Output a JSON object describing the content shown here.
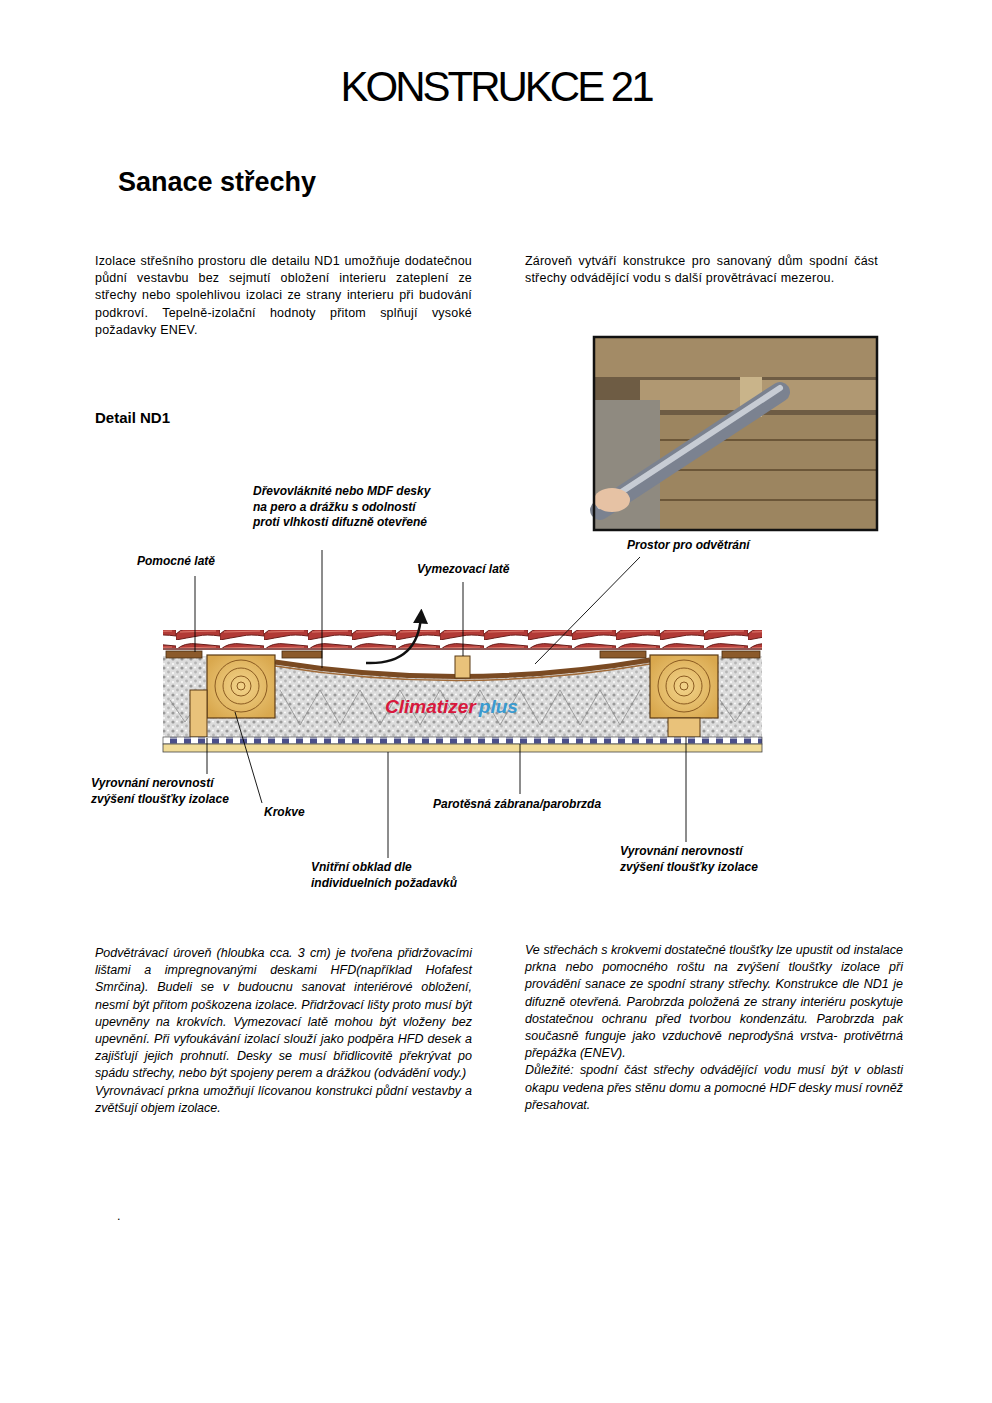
{
  "diagram": {
    "title": "KONSTRUKCE 21",
    "labels": [
      "Sanace střechy",
      "Izolace střešního prostoru dle detailu ND1 umožňuje dodatečnou půdní vestavbu bez sejmutí obložení interieru zateplení ze střechy nebo spolehlivou izolaci ze strany interieru při budování podkroví. Tepelně-izolační hodnoty přitom splňují vysoké požadavky ENEV.",
      "Zároveň vytváří konstrukce pro sanovaný dům spodní část střechy odvádějící vodu s další provětrávací mezerou.",
      "Detail ND1",
      "Dřevovláknité nebo MDF desky na pero a drážku s odolností proti vlhkosti difuzně otevřené",
      "Pomocné latě",
      "Vymezovací latě",
      "Prostor pro odvětrání",
      "Climatizer",
      "plus",
      "Vyrovnání nerovností zvýšení tloušťky izolace",
      "Krokve",
      "Parotěsná zábrana/parobrzda",
      "Vnitřní obklad dle individuelních požadavků",
      "Vyrovnání nerovností zvýšení tloušťky izolace",
      "Podvětrávací úroveň (hloubka cca. 3 cm) je tvořena přidržovacími lištami a impregnovanými deskami HFD(například Hofafest Smrčina). Budeli se v budoucnu sanovat interiérové obložení, nesmí být přitom poškozena izolace. Přidržovací lišty proto musí být upevněny na krokvích. Vymezovací latě mohou být vloženy bez upevnění. Při vyfoukávání izolací slouží jako podpěra HFD desek a zajišťují jejich prohnutí. Desky se musí břidlicovitě překrývat po spádu střechy, nebo být spojeny perem a drážkou (odvádění vody.)",
      "Vyrovnávací prkna umožňují lícovanou konstrukci půdní vestavby a zvětšují objem izolace.",
      "Ve střechách s krokvemi dostatečné tloušťky lze upustit od instalace prkna nebo pomocného roštu na zvýšení tloušťky izolace při provádění sanace ze spodní strany střechy. Konstrukce dle ND1 je difuzně otevřená. Parobrzda položená ze strany interiéru poskytuje dostatečnou ochranu před tvorbou kondenzátu. Parobrzda pak současně funguje jako vzduchově neprodyšná vrstva- protivětrná přepážka (ENEV).",
      "Důležité: spodní část střechy odvádějící vodu musí být v oblasti okapu vedena přes stěnu domu a pomocné HDF desky musí rovněž přesahovat.",
      "."
    ]
  }
}
